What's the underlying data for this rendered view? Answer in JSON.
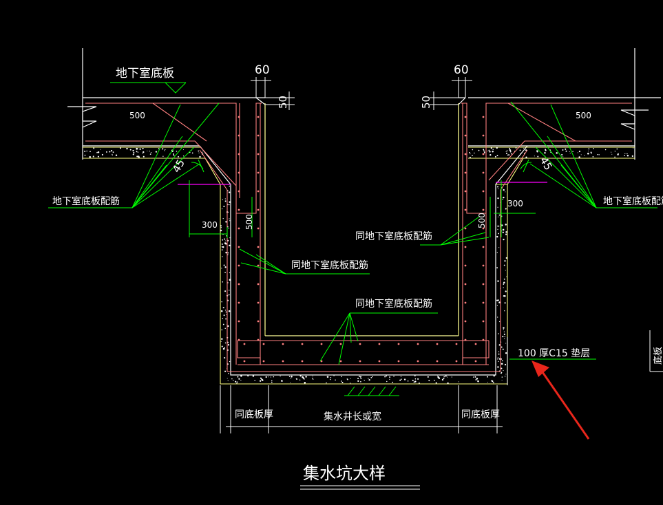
{
  "drawing": {
    "title": "集水坑大样",
    "slab_label": "地下室底板",
    "dim_60_left": "60",
    "dim_60_right": "60",
    "dim_50_left": "50",
    "dim_50_right": "50",
    "dim_500_left": "500",
    "dim_500_right": "500",
    "dim_500_wall_left": "500",
    "dim_500_wall_right": "500",
    "dim_300_left": "300",
    "dim_300_right": "300",
    "angle_left": "45",
    "angle_right": "45",
    "rebar_left": "地下室底板配筋",
    "rebar_right": "地下室底板配筋",
    "same_rebar_1": "同地下室底板配筋",
    "same_rebar_2": "同地下室底板配筋",
    "same_rebar_3": "同地下室底板配筋",
    "cushion": "100  厚C15  垫层",
    "bottom_left": "同底板厚",
    "bottom_mid": "集水井长或宽",
    "bottom_right": "同底板厚",
    "edge_text": "底板"
  },
  "colors": {
    "background": "#000000",
    "outline": "#ffffff",
    "concrete": "#ffff80",
    "rebar": "#ff8080",
    "leader": "#00ff00",
    "magenta": "#ff00ff",
    "arrow": "#e8261b"
  }
}
